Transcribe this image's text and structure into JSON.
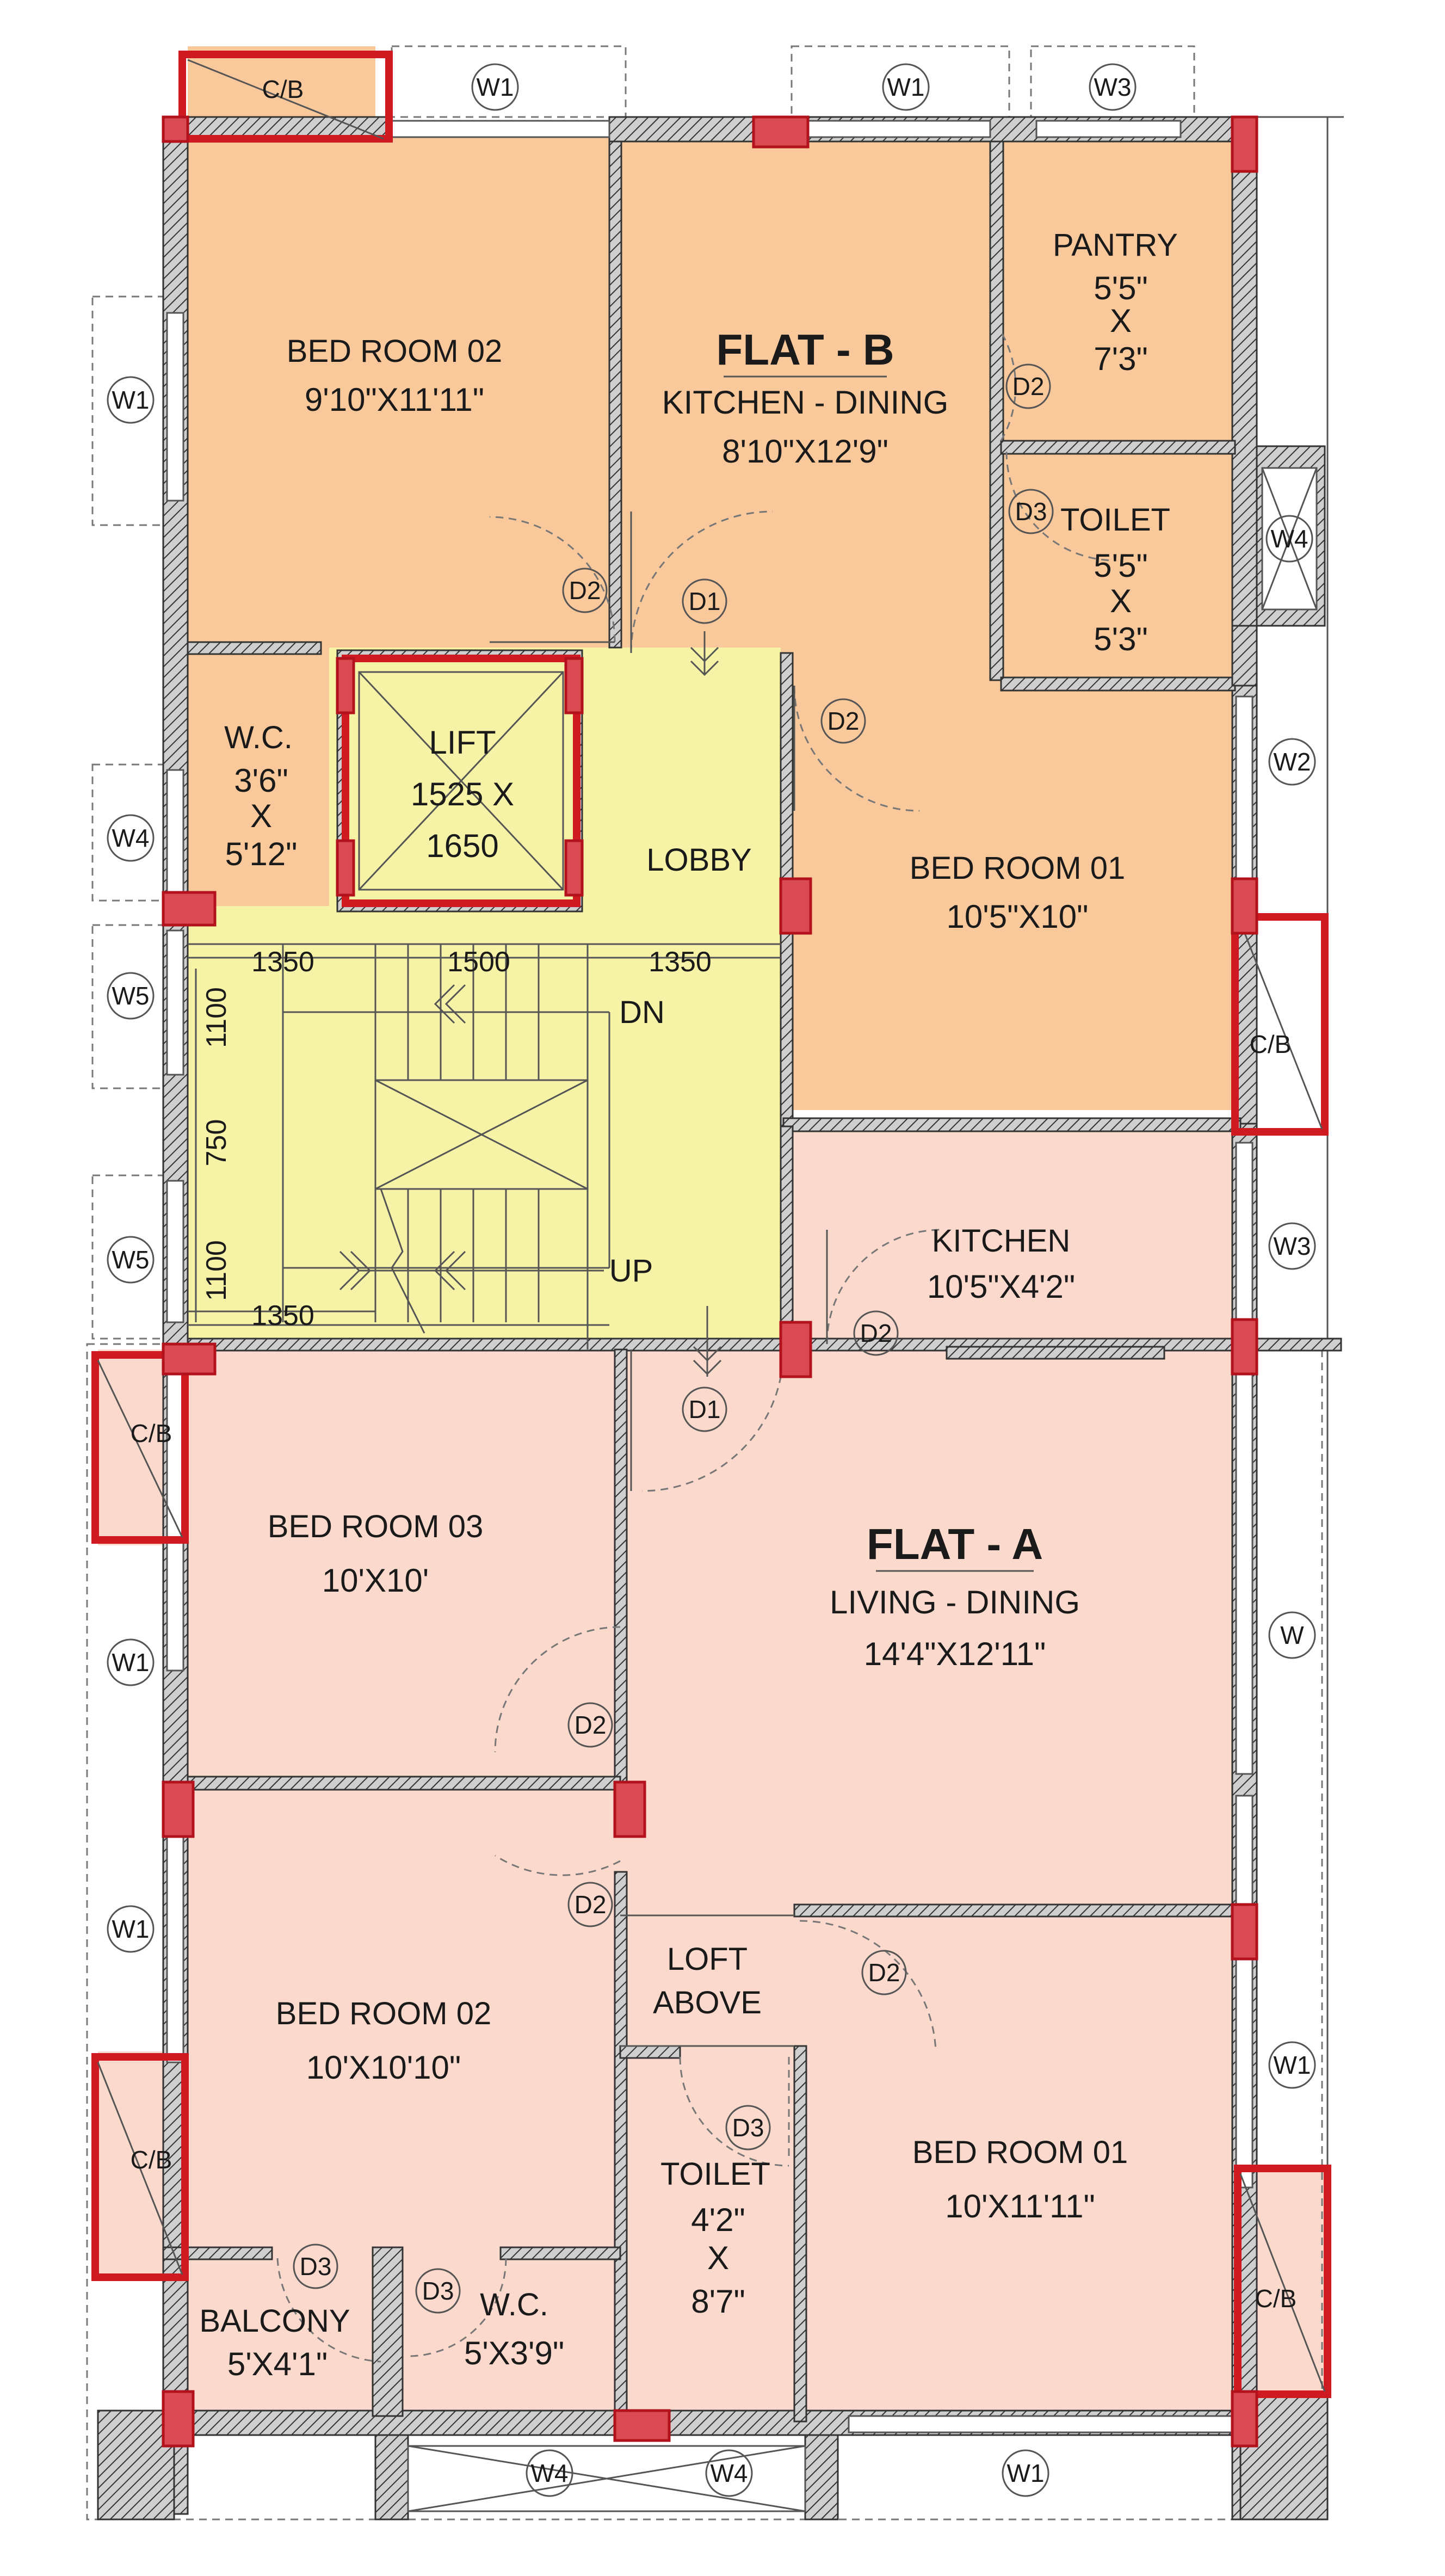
{
  "flat_b": {
    "title": "FLAT - B",
    "bed_room_02": {
      "name": "BED ROOM 02",
      "size": "9'10\"X11'11\""
    },
    "kitchen_dining": {
      "name": "KITCHEN - DINING",
      "size": "8'10\"X12'9\""
    },
    "pantry": {
      "name": "PANTRY",
      "w": "5'5\"",
      "x": "X",
      "h": "7'3\""
    },
    "toilet": {
      "name": "TOILET",
      "w": "5'5\"",
      "x": "X",
      "h": "5'3\""
    },
    "wc": {
      "name": "W.C.",
      "w": "3'6\"",
      "x": "X",
      "h": "5'12\""
    },
    "bed_room_01": {
      "name": "BED ROOM 01",
      "size": "10'5\"X10\""
    }
  },
  "core": {
    "lift": {
      "name": "LIFT",
      "dim1": "1525 X",
      "dim2": "1650"
    },
    "lobby": "LOBBY",
    "stair": {
      "dn": "DN",
      "up": "UP",
      "dim_top": [
        "1350",
        "1500",
        "1350"
      ],
      "dim_bottom": "1350",
      "dim_left": [
        "1100",
        "750",
        "1100"
      ]
    }
  },
  "flat_a": {
    "title": "FLAT - A",
    "kitchen": {
      "name": "KITCHEN",
      "size": "10'5\"X4'2\""
    },
    "bed_room_03": {
      "name": "BED ROOM 03",
      "size": "10'X10'"
    },
    "living_dining": {
      "name": "LIVING - DINING",
      "size": "14'4\"X12'11\""
    },
    "bed_room_02": {
      "name": "BED ROOM 02",
      "size": "10'X10'10\""
    },
    "loft": {
      "line1": "LOFT",
      "line2": "ABOVE"
    },
    "toilet": {
      "name": "TOILET",
      "w": "4'2\"",
      "x": "X",
      "h": "8'7\""
    },
    "bed_room_01": {
      "name": "BED ROOM 01",
      "size": "10'X11'11\""
    },
    "balcony": {
      "name": "BALCONY",
      "size": "5'X4'1\""
    },
    "wc": {
      "name": "W.C.",
      "size": "5'X3'9\""
    }
  },
  "cb_label": "C/B",
  "tags": {
    "w1": "W1",
    "w2": "W2",
    "w3": "W3",
    "w4": "W4",
    "w5": "W5",
    "w": "W",
    "d1": "D1",
    "d2": "D2",
    "d3": "D3"
  },
  "colors": {
    "flat_b_fill": "#f9c89b",
    "flat_a_fill": "#fbd9cc",
    "core_fill": "#f6f3a6",
    "column_red": "#d94a52",
    "wall_grey": "#8a8a8a"
  }
}
